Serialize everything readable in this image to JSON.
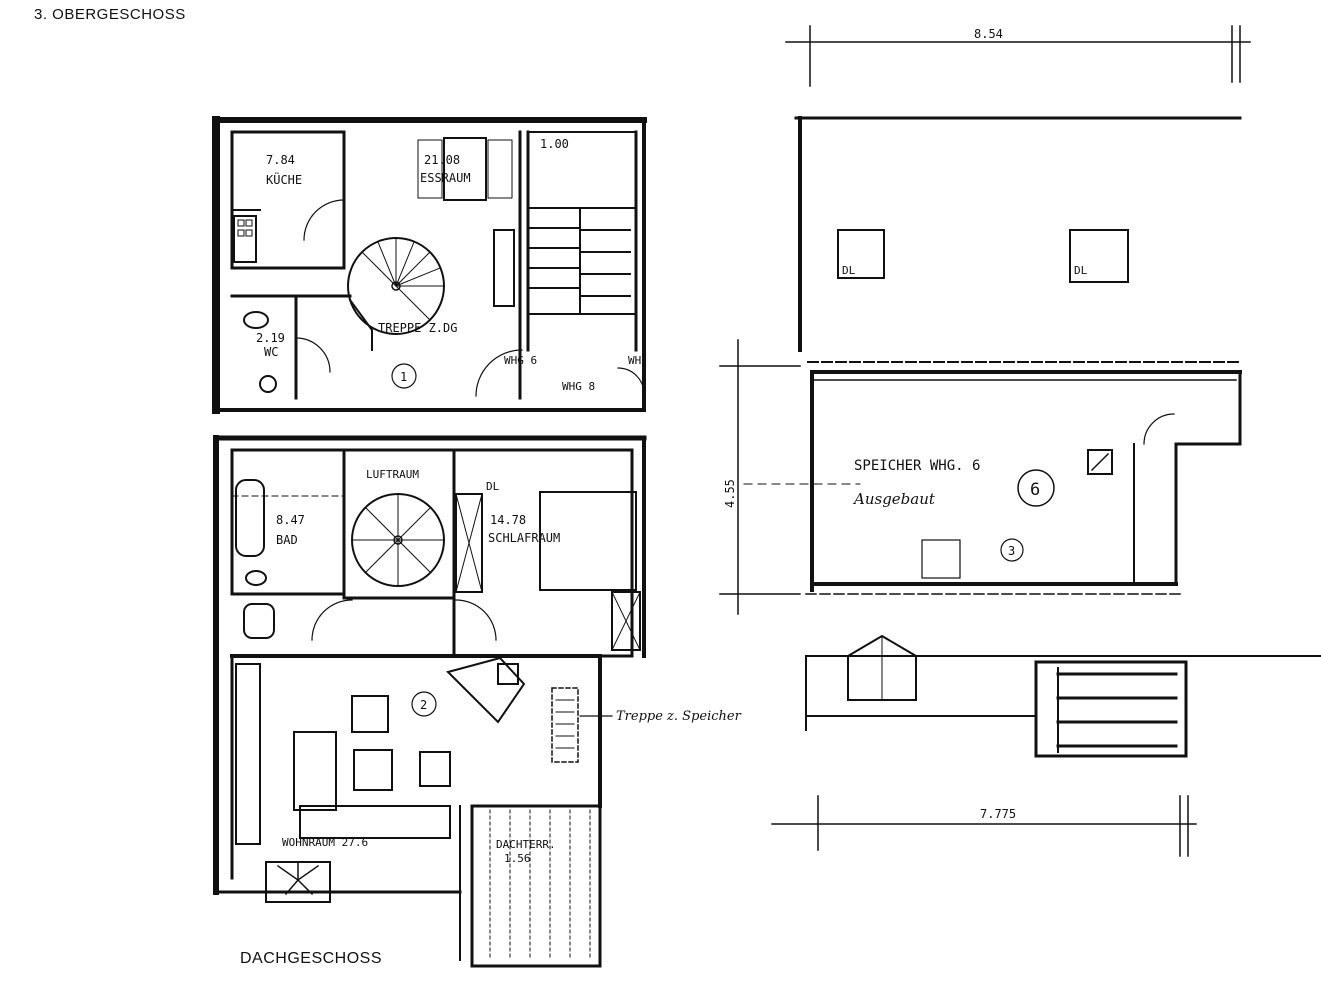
{
  "captions": {
    "upper_floor": "3. OBERGESCHOSS",
    "attic_floor": "DACHGESCHOSS"
  },
  "upper_plan": {
    "kitchen_area": "7.84",
    "kitchen": "KÜCHE",
    "dining_area": "21.08",
    "dining": "ESSRAUM",
    "small_room_area": "1.00",
    "wc_area": "2.19",
    "wc": "WC",
    "stair": "TREPPE Z.DG",
    "unit_marker": "1",
    "whg6": "WHG 6",
    "whg8": "WHG 8",
    "wh_cut": "WH"
  },
  "attic_plan": {
    "void": "LUFTRAUM",
    "bath_area": "8.47",
    "bath": "BAD",
    "dl": "DL",
    "bedroom_area": "14.78",
    "bedroom": "SCHLAFRAUM",
    "unit_marker": "2",
    "living": "WOHNRAUM 27.6",
    "terrace": "DACHTERR.",
    "terrace_area": "1.56",
    "handnote": "Treppe z. Speicher"
  },
  "storage_plan": {
    "dim_top": "8.54",
    "dim_side": "4.55",
    "dim_bottom": "7.775",
    "dl_left": "DL",
    "dl_right": "DL",
    "speicher": "SPEICHER WHG. 6",
    "handnote": "Ausgebaut",
    "marker_6": "6",
    "marker_3": "3"
  }
}
